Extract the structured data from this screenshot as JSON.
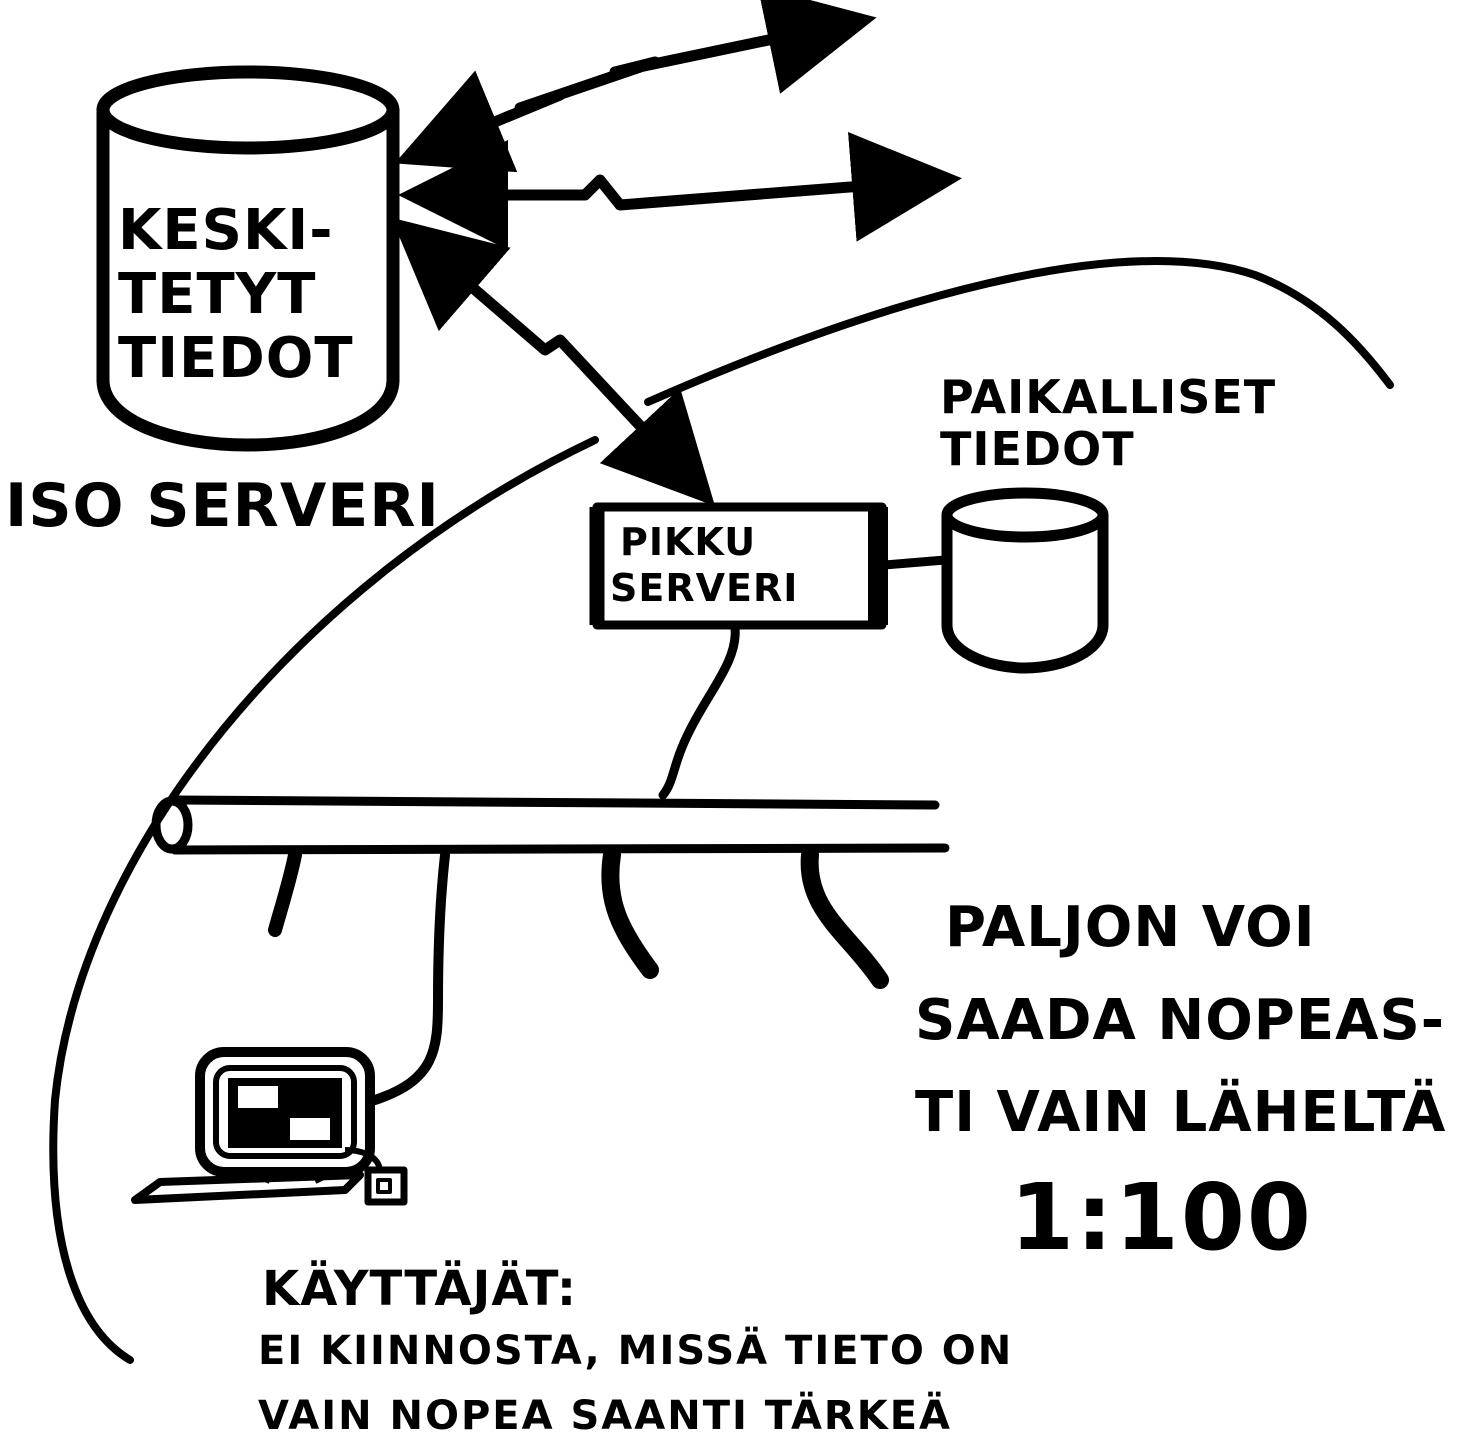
{
  "central_db": {
    "lines": [
      "KESKI-",
      "TETYT",
      "TIEDOT"
    ],
    "caption": "ISO SERVERI"
  },
  "local_db": {
    "lines": [
      "PAIKALLISET",
      "TIEDOT"
    ]
  },
  "small_server": {
    "lines": [
      "PIKKU",
      "SERVERI"
    ]
  },
  "speed_note": {
    "lines": [
      "PALJON VOI",
      "SAADA NOPEAS-",
      "TI VAIN LÄHELTÄ"
    ],
    "ratio": "1:100"
  },
  "users_note": {
    "title": "KÄYTTÄJÄT:",
    "lines": [
      "EI KIINNOSTA, MISSÄ TIETO ON",
      "VAIN NOPEA SAANTI TÄRKEÄ"
    ]
  }
}
